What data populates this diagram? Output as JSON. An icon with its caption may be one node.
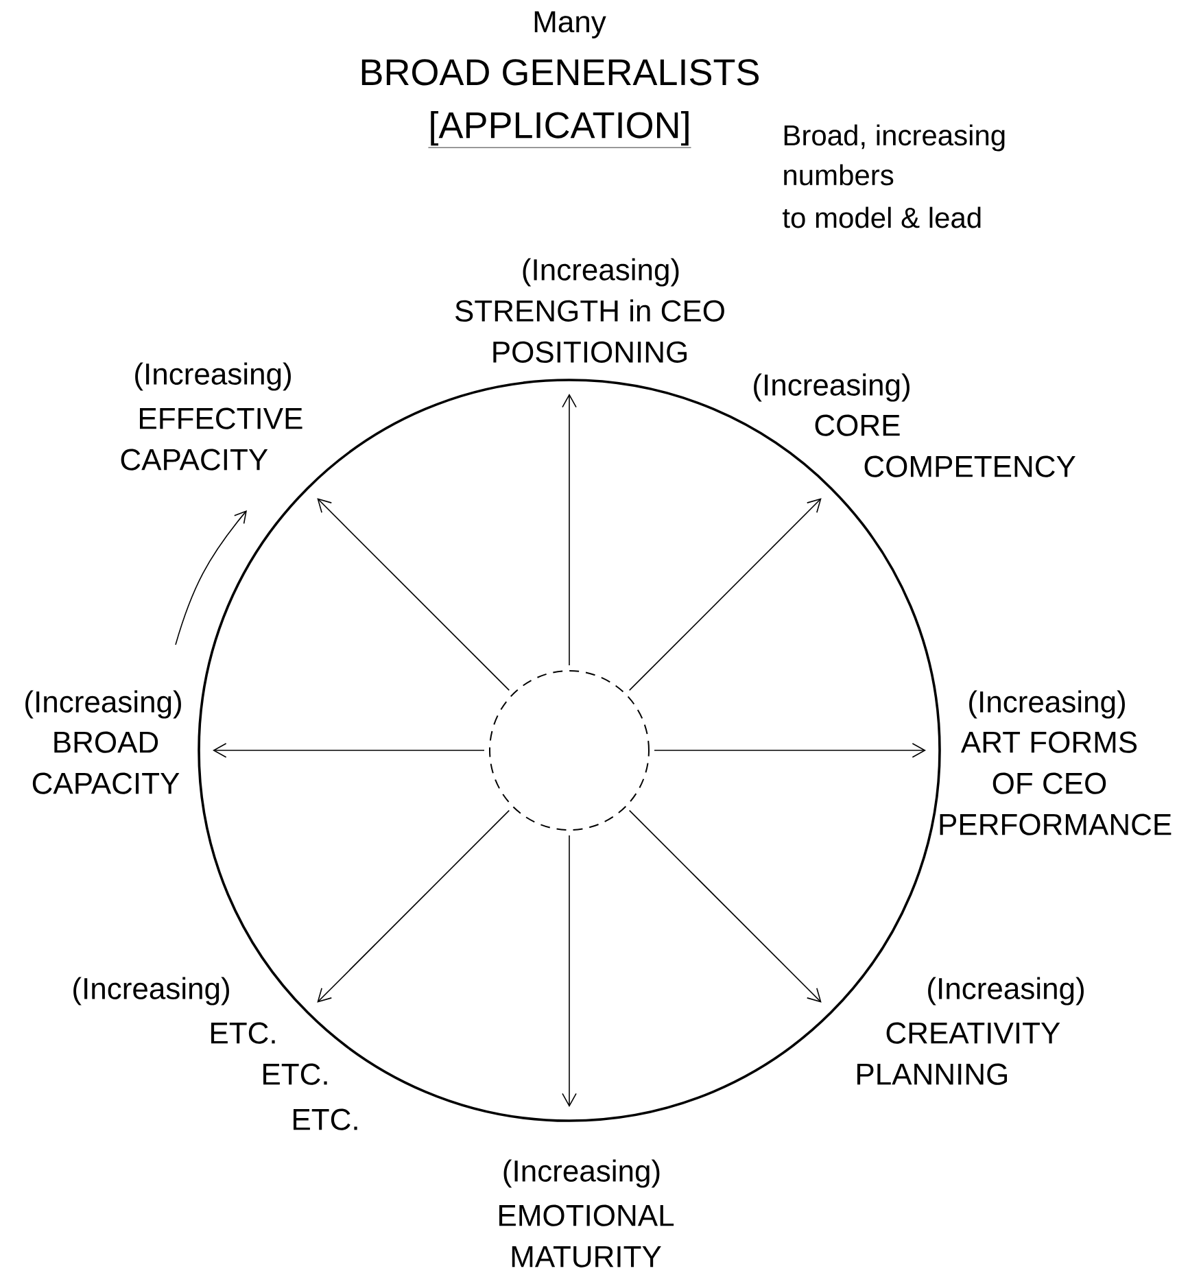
{
  "diagram": {
    "nodes": [
      {
        "text": [],
        "shape": "circle"
      },
      {
        "text": [],
        "shape": "circle",
        "in": 0
      }
    ],
    "edges": [
      {
        "from": 1,
        "to": 0,
        "arrow": "to"
      },
      {
        "from": 1,
        "to": 0,
        "arrow": "to"
      },
      {
        "from": 1,
        "to": 0,
        "arrow": "to"
      },
      {
        "from": 1,
        "to": 0,
        "arrow": "to"
      },
      {
        "from": 1,
        "to": 0,
        "arrow": "to"
      },
      {
        "from": 1,
        "to": 0,
        "arrow": "to"
      },
      {
        "from": 1,
        "to": 0,
        "arrow": "to"
      },
      {
        "from": 1,
        "to": 0,
        "arrow": "to"
      }
    ],
    "labels": [
      "Many",
      "BROAD GENERALISTS",
      "[APPLICATION]",
      "Broad, increasing numbers",
      "to model & lead",
      "(Increasing)",
      "STRENGTH in CEO POSITIONING",
      "(Increasing)",
      "EFFECTIVE CAPACITY",
      "(Increasing)",
      "CORE COMPETENCY",
      "(Increasing)",
      "BROAD CAPACITY",
      "(Increasing)",
      "ART FORMS OF CEO PERFORMANCE",
      "(Increasing)",
      "ETC.",
      "ETC.",
      "ETC.",
      "(Increasing)",
      "CREATIVITY PLANNING",
      "(Increasing)",
      "EMOTIONAL MATURITY"
    ]
  }
}
